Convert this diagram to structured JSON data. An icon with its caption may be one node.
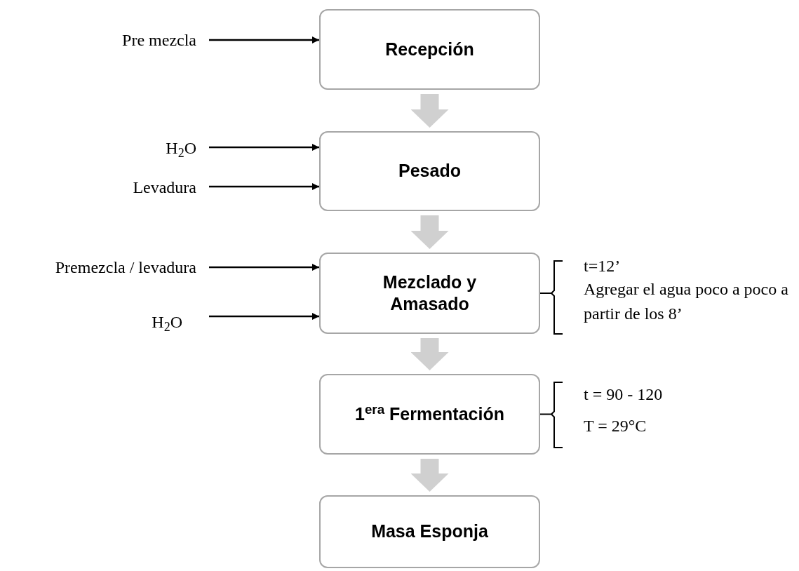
{
  "diagram": {
    "nodes": [
      {
        "text": [
          "Recepción"
        ]
      },
      {
        "text": [
          "Pesado"
        ]
      },
      {
        "text": [
          "Mezclado y Amasado"
        ],
        "beside": [
          "t=12’",
          "Agregar el agua poco a poco a partir de los 8’"
        ]
      },
      {
        "text": [
          "1$^{era}$ Fermentación"
        ],
        "beside": [
          "t = 90 - 120",
          "T = 29°C"
        ]
      },
      {
        "text": [
          "Masa Esponja"
        ]
      },
      {
        "text": [
          "Pre mezcla"
        ]
      },
      {
        "text": [
          "H$_{2}$O"
        ]
      },
      {
        "text": [
          "Levadura"
        ]
      },
      {
        "text": [
          "Premezcla / levadura"
        ]
      },
      {
        "text": [
          "H$_{2}$O"
        ]
      }
    ],
    "edges": [
      {
        "from": 0,
        "to": 1,
        "arrow": "to",
        "style": "thick",
        "color": "#d0d0d0"
      },
      {
        "from": 1,
        "to": 2,
        "arrow": "to",
        "style": "thick",
        "color": "#d0d0d0"
      },
      {
        "from": 2,
        "to": 3,
        "arrow": "to",
        "style": "thick",
        "color": "#d0d0d0"
      },
      {
        "from": 3,
        "to": 4,
        "arrow": "to",
        "style": "thick",
        "color": "#d0d0d0"
      },
      {
        "from": 5,
        "to": 0,
        "arrow": "to"
      },
      {
        "from": 6,
        "to": 1,
        "arrow": "to"
      },
      {
        "from": 7,
        "to": 1,
        "arrow": "to"
      },
      {
        "from": 8,
        "to": 2,
        "arrow": "to"
      },
      {
        "from": 9,
        "to": 2,
        "arrow": "to"
      }
    ]
  }
}
